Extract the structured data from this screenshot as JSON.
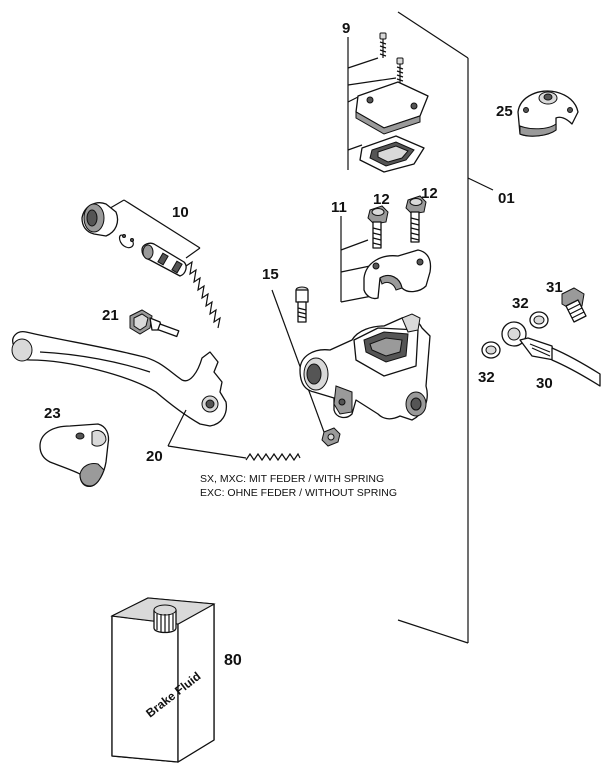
{
  "labels": {
    "group": "01",
    "cover_screws": "9",
    "piston_kit": "10",
    "clamp": "11",
    "clamp_bolt_a": "12",
    "clamp_bolt_b": "12",
    "pivot_bolt": "15",
    "lever": "20",
    "adjuster": "21",
    "lever_guard": "23",
    "mirror_clamp": "25",
    "brake_line": "30",
    "banjo_bolt": "31",
    "washer_top": "32",
    "washer_bottom": "32",
    "brake_fluid": "80"
  },
  "notes": {
    "line1": "SX, MXC: MIT FEDER / WITH SPRING",
    "line2": "EXC: OHNE FEDER / WITHOUT SPRING"
  },
  "bottle": {
    "text": "Brake Fluid"
  }
}
